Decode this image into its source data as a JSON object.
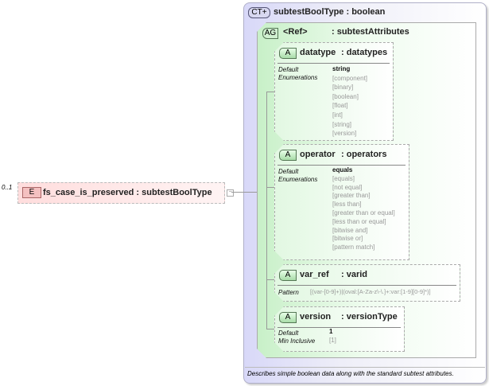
{
  "element": {
    "occurs": "0..1",
    "badge": "E",
    "name": "fs_case_is_preserved : subtestBoolType"
  },
  "complex_type": {
    "badge": "CT",
    "title": "subtestBoolType : boolean",
    "description": "Describes simple boolean data along with the standard subtest attributes."
  },
  "attribute_group": {
    "badge": "AG",
    "ref": "<Ref>",
    "type": ": subtestAttributes"
  },
  "attributes": [
    {
      "badge": "A",
      "name": "datatype",
      "type": ": datatypes",
      "facets": [
        {
          "label": "Default",
          "values": [
            "string"
          ]
        },
        {
          "label": "Enumerations",
          "values": [
            "[component]",
            "[binary]",
            "[boolean]",
            "[float]",
            "[int]",
            "[string]",
            "[version]"
          ]
        }
      ]
    },
    {
      "badge": "A",
      "name": "operator",
      "type": ": operators",
      "facets": [
        {
          "label": "Default",
          "values": [
            "equals"
          ]
        },
        {
          "label": "Enumerations",
          "values": [
            "[equals]",
            "[not equal]",
            "[greater than]",
            "[less than]",
            "[greater than or equal]",
            "[less than or equal]",
            "[bitwise and]",
            "[bitwise or]",
            "[pattern match]"
          ]
        }
      ]
    },
    {
      "badge": "A",
      "name": "var_ref",
      "type": ": varid",
      "facets": [
        {
          "label": "Pattern",
          "values": [
            "[(var-[0-9]+)|(oval:[A-Za-z\\-\\.]+:var:[1-9][0-9]*)]"
          ]
        }
      ]
    },
    {
      "badge": "A",
      "name": "version",
      "type": ": versionType",
      "facets": [
        {
          "label": "Default",
          "values": [
            "1"
          ]
        },
        {
          "label": "Min Inclusive",
          "values": [
            "[1]"
          ]
        }
      ]
    }
  ]
}
